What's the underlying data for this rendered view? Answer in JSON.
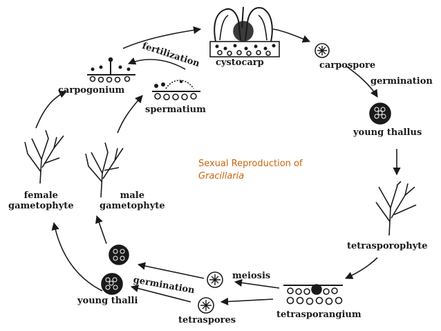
{
  "title": {
    "line1": "Sexual Reproduction of",
    "line2": "Gracillaria"
  },
  "stages": {
    "cystocarp": "cystocarp",
    "carpospore": "carpospore",
    "germination_top": "germination",
    "young_thallus": "young thallus",
    "tetrasporophyte": "tetrasporophyte",
    "tetrasporangium": "tetrasporangium",
    "meiosis": "meiosis",
    "tetraspores": "tetraspores",
    "germination_bottom": "germination",
    "young_thalli": "young thalli",
    "female_gametophyte_1": "female",
    "female_gametophyte_2": "gametophyte",
    "male_gametophyte_1": "male",
    "male_gametophyte_2": "gametophyte",
    "carpogonium": "carpogonium",
    "spermatium": "spermatium",
    "fertilization": "fertilization"
  },
  "colors": {
    "title": "#c8650d",
    "ink": "#1a1a1a"
  }
}
